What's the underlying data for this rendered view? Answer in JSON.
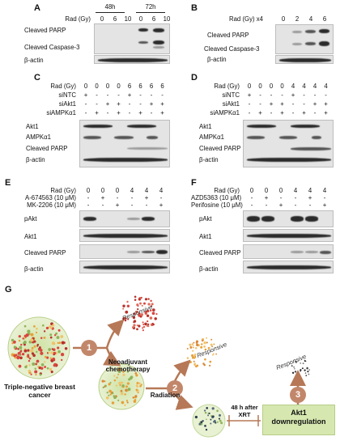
{
  "panels": {
    "A": {
      "letter": "A",
      "header_48h": "48h",
      "header_72h": "72h",
      "rad_label": "Rad (Gy)",
      "lanes": [
        "0",
        "6",
        "10",
        "0",
        "6",
        "10"
      ],
      "rows": [
        "Cleaved PARP",
        "Cleaved Caspase-3",
        "β-actin"
      ]
    },
    "B": {
      "letter": "B",
      "rad_label": "Rad (Gy) x4",
      "lanes": [
        "0",
        "2",
        "4",
        "6"
      ],
      "rows": [
        "Cleaved PARP",
        "Cleaved Caspase-3",
        "β-actin"
      ]
    },
    "C": {
      "letter": "C",
      "cond_labels": [
        "Rad (Gy)",
        "siNTC",
        "siAkt1",
        "siAMPKα1"
      ],
      "cond_values": [
        [
          "0",
          "0",
          "0",
          "0",
          "6",
          "6",
          "6",
          "6"
        ],
        [
          "+",
          "-",
          "-",
          "-",
          "+",
          "-",
          "-",
          "-"
        ],
        [
          "-",
          "-",
          "+",
          "+",
          "-",
          "-",
          "+",
          "+"
        ],
        [
          "-",
          "+",
          "-",
          "+",
          "-",
          "+",
          "-",
          "+"
        ]
      ],
      "rows": [
        "Akt1",
        "AMPKα1",
        "Cleaved PARP",
        "β-actin"
      ]
    },
    "D": {
      "letter": "D",
      "cond_labels": [
        "Rad (Gy)",
        "siNTC",
        "siAkt1",
        "siAMPKα1"
      ],
      "cond_values": [
        [
          "0",
          "0",
          "0",
          "0",
          "4",
          "4",
          "4",
          "4"
        ],
        [
          "+",
          "-",
          "-",
          "-",
          "+",
          "-",
          "-",
          "-"
        ],
        [
          "-",
          "-",
          "+",
          "+",
          "-",
          "-",
          "+",
          "+"
        ],
        [
          "-",
          "+",
          "-",
          "+",
          "-",
          "+",
          "-",
          "+"
        ]
      ],
      "rows": [
        "Akt1",
        "AMPKα1",
        "Cleaved PARP",
        "β-actin"
      ]
    },
    "E": {
      "letter": "E",
      "cond_labels": [
        "Rad (Gy)",
        "A-674563 (10 μM)",
        "MK-2206 (10 μM)"
      ],
      "cond_values": [
        [
          "0",
          "0",
          "0",
          "4",
          "4",
          "4"
        ],
        [
          "-",
          "+",
          "-",
          "-",
          "+",
          "-"
        ],
        [
          "-",
          "-",
          "+",
          "-",
          "-",
          "+"
        ]
      ],
      "rows": [
        "pAkt",
        "Akt1",
        "Cleaved PARP",
        "β-actin"
      ]
    },
    "F": {
      "letter": "F",
      "cond_labels": [
        "Rad (Gy)",
        "AZD5363 (10 μM)",
        "Perifosine (10 μM)"
      ],
      "cond_values": [
        [
          "0",
          "0",
          "0",
          "4",
          "4",
          "4"
        ],
        [
          "-",
          "+",
          "-",
          "-",
          "+",
          "-"
        ],
        [
          "-",
          "-",
          "+",
          "-",
          "-",
          "+"
        ]
      ],
      "rows": [
        "pAkt",
        "Akt1",
        "Cleaved PARP",
        "β-actin"
      ]
    }
  },
  "schematic": {
    "letter": "G",
    "tumor_label": "Triple-negative breast cancer",
    "step1": "1",
    "step1_label": "Neoadjuvant chemotherapy",
    "step2": "2",
    "step2_label": "Radiation",
    "step3": "3",
    "responsive": "Responsive",
    "timing": "48 h after XRT",
    "akt_box": "Akt1 downregulation",
    "colors": {
      "step_circle": "#c2876a",
      "arrow": "#b67856",
      "akt_box_fill": "#d6e8b0",
      "responsive_red": "#d9453f",
      "responsive_orange": "#e7a13a"
    }
  }
}
